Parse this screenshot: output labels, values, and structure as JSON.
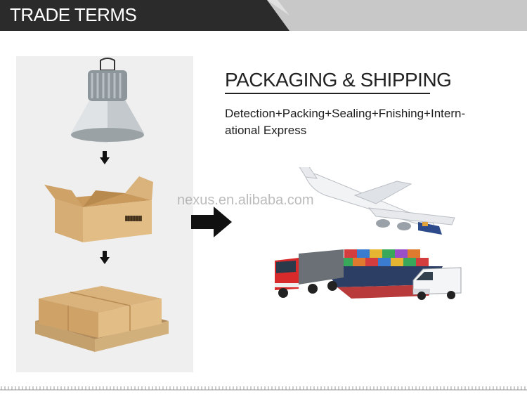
{
  "header": {
    "title": "TRADE TERMS"
  },
  "main": {
    "title": "PACKAGING & SHIPPING",
    "description": "Detection+Packing+Sealing+Fnishing+Intern-\national Express",
    "watermark": "nexus.en.alibaba.com"
  },
  "colors": {
    "header_dark": "#2b2b2b",
    "header_light": "#c8c8c8",
    "panel": "#efefef",
    "cardboard": "#d9b27c"
  },
  "icons": [
    "high-bay-lamp-icon",
    "down-arrow-icon",
    "cardboard-box-icon",
    "pallet-boxes-icon",
    "right-arrow-icon",
    "airplane-icon",
    "truck-icon",
    "cargo-ship-icon",
    "van-icon"
  ]
}
